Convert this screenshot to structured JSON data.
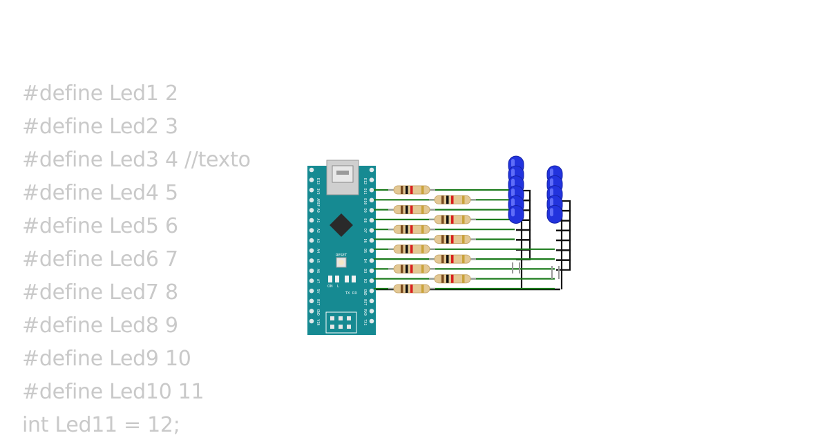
{
  "code_lines": [
    "#define Led1 2",
    "#define Led2 3",
    "#define Led3 4 //texto",
    "#define Led4 5",
    "#define Led5 6",
    "#define Led6 7",
    "#define Led7 8",
    "#define Led8 9",
    "#define Led9 10",
    "#define Led10 11",
    "int Led11 = 12;"
  ],
  "board": {
    "right_pins": [
      "D12",
      "D11",
      "D10",
      "D9",
      "D8",
      "D7",
      "D6",
      "D5",
      "D4",
      "D3",
      "D2",
      "GND",
      "RST",
      "RX0",
      "TX1"
    ],
    "left_pins": [
      "D13",
      "3V3",
      "AREF",
      "A0",
      "A1",
      "A2",
      "A3",
      "A4",
      "A5",
      "A6",
      "A7",
      "5V",
      "RST",
      "GND",
      "VIN"
    ],
    "labels": {
      "reset": "RESET",
      "on": "ON",
      "l": "L",
      "tx": "TX",
      "rx": "RX"
    }
  },
  "colors": {
    "code_text": "#c9c9c9",
    "board": "#168a92",
    "wire_signal": "#1a7a1a",
    "wire_ground": "#111111",
    "led": "#2233dd"
  },
  "led_count": 11,
  "resistor_count": 11
}
